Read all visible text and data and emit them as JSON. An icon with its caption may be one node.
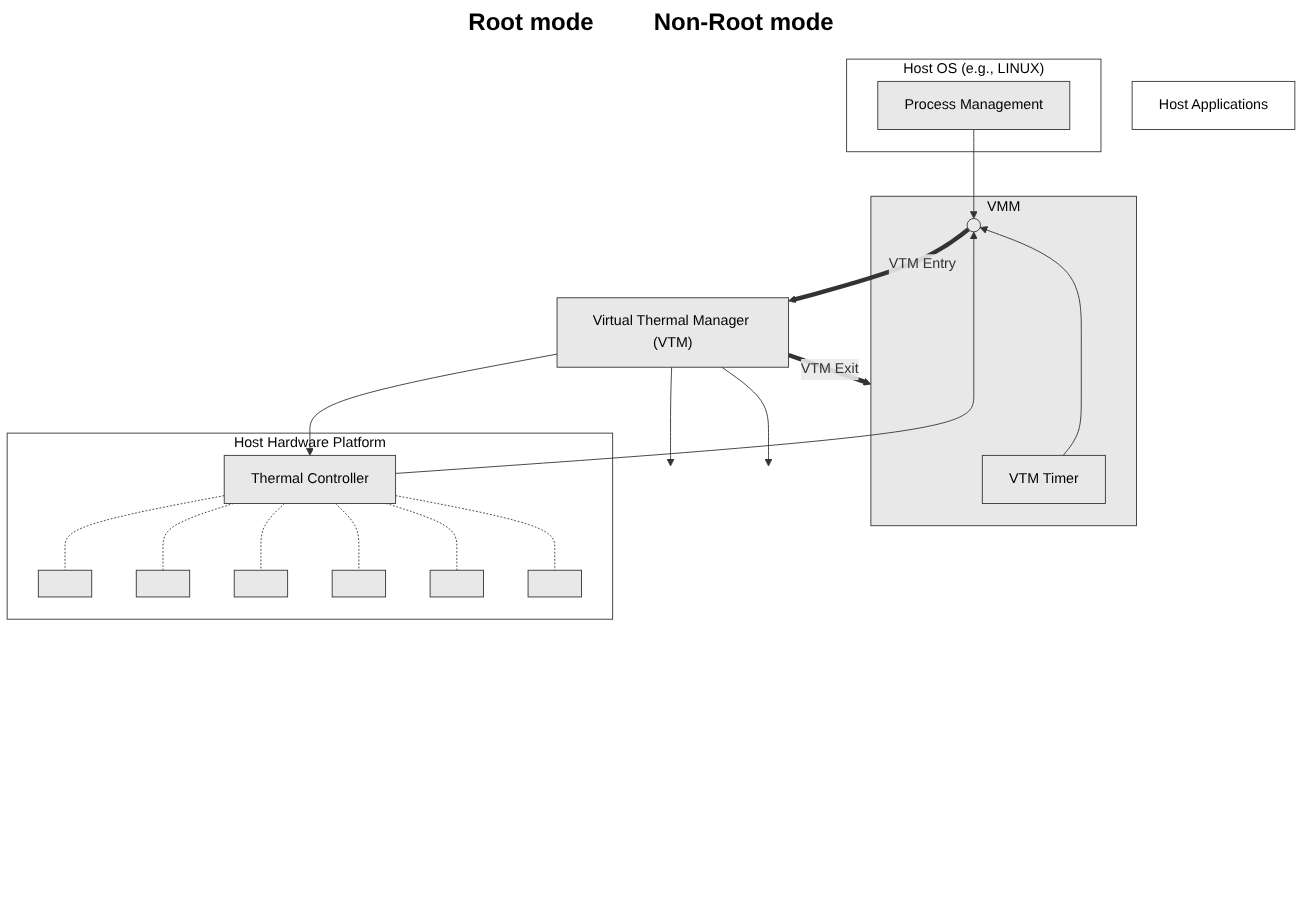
{
  "diagram": {
    "nodes": [
      {
        "text": [
          "Host Applications"
        ]
      },
      {
        "text": [
          "Host OS (e.g., LINUX)"
        ]
      },
      {
        "text": [
          "Process Management"
        ],
        "in": 1
      },
      {
        "text": [
          "VMM"
        ]
      },
      {
        "text": [
          "VTM Timer"
        ],
        "in": 3
      },
      {
        "text": [],
        "shape": "circle",
        "in": 3
      },
      {
        "text": [
          "Virtual Thermal Manager (VTM)"
        ]
      },
      {
        "text": [
          "Host Hardware Platform"
        ]
      },
      {
        "text": [
          "Thermal Controller"
        ],
        "in": 7
      },
      {
        "text": [],
        "shape": "box",
        "in": 7
      },
      {
        "text": [],
        "shape": "box",
        "in": 7
      },
      {
        "text": [],
        "shape": "box",
        "in": 7
      },
      {
        "text": [],
        "shape": "box",
        "in": 7
      },
      {
        "text": [],
        "shape": "box",
        "in": 7
      },
      {
        "text": [],
        "shape": "box",
        "in": 7
      }
    ],
    "edges": [
      {
        "from": 2,
        "to": 5,
        "arrow": "to"
      },
      {
        "from": 4,
        "to": 5,
        "arrow": "to"
      },
      {
        "from": 8,
        "to": 5,
        "arrow": "to"
      },
      {
        "from": 5,
        "to": 6,
        "arrow": "to",
        "label": "VTM Entry",
        "style": "thick"
      },
      {
        "from": 6,
        "to": 3,
        "arrow": "to",
        "label": "VTM Exit",
        "style": "thick"
      },
      {
        "from": 6,
        "to": 8,
        "arrow": "to"
      },
      {
        "from": 6,
        "to": null,
        "arrow": "to"
      },
      {
        "from": 6,
        "to": null,
        "arrow": "to"
      },
      {
        "from": 8,
        "to": 9,
        "arrow": "none",
        "style": "dashed"
      },
      {
        "from": 8,
        "to": 10,
        "arrow": "none",
        "style": "dashed"
      },
      {
        "from": 8,
        "to": 11,
        "arrow": "none",
        "style": "dashed"
      },
      {
        "from": 8,
        "to": 12,
        "arrow": "none",
        "style": "dashed"
      },
      {
        "from": 8,
        "to": 13,
        "arrow": "none",
        "style": "dashed"
      },
      {
        "from": 8,
        "to": 14,
        "arrow": "none",
        "style": "dashed"
      }
    ],
    "labels": [
      "Root mode",
      "Non-Root mode"
    ]
  }
}
